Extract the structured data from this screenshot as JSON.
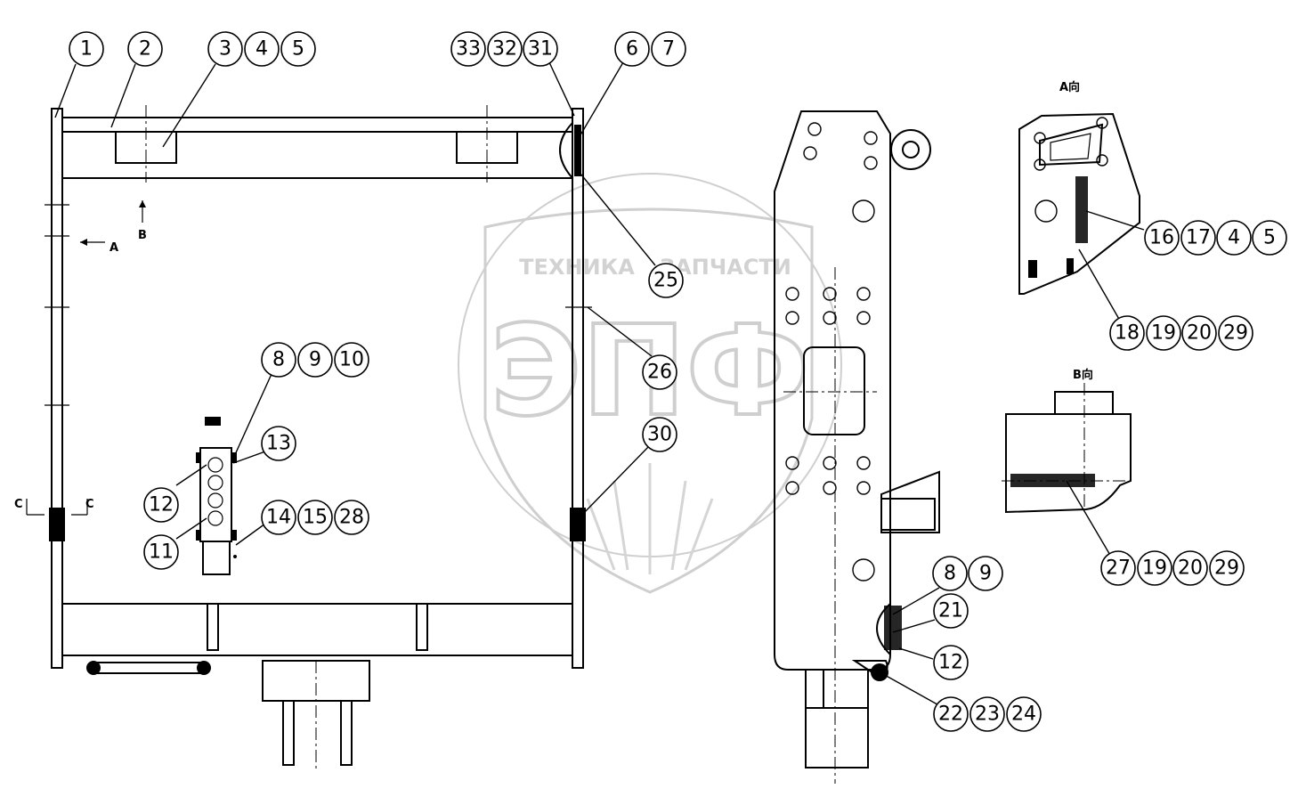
{
  "watermark": {
    "top_text_left": "ТЕХНИКА",
    "top_text_right": "ЗАПЧАСТИ",
    "logo": "ЭПФ"
  },
  "view_labels": {
    "a": "A",
    "b": "B",
    "c_left": "C",
    "c_right": "C",
    "view_a": "A向",
    "view_b": "B向"
  },
  "callouts": {
    "top_left": [
      "1",
      "2",
      "3",
      "4",
      "5"
    ],
    "top_right": [
      "33",
      "32",
      "31",
      "6",
      "7"
    ],
    "mid": [
      "25",
      "26",
      "30"
    ],
    "bracket_top": [
      "8",
      "9",
      "10"
    ],
    "bracket_right": [
      "13"
    ],
    "bracket_left_top": [
      "12"
    ],
    "bracket_left_bottom": [
      "11"
    ],
    "bracket_bottom": [
      "14",
      "15",
      "28"
    ],
    "side_upper": [
      "8",
      "9"
    ],
    "side_mid": [
      "21"
    ],
    "side_low": [
      "12"
    ],
    "side_bottom": [
      "22",
      "23",
      "24"
    ],
    "view_a_top": [
      "16",
      "17",
      "4",
      "5"
    ],
    "view_a_bottom": [
      "18",
      "19",
      "20",
      "29"
    ],
    "view_b": [
      "27",
      "19",
      "20",
      "29"
    ]
  }
}
